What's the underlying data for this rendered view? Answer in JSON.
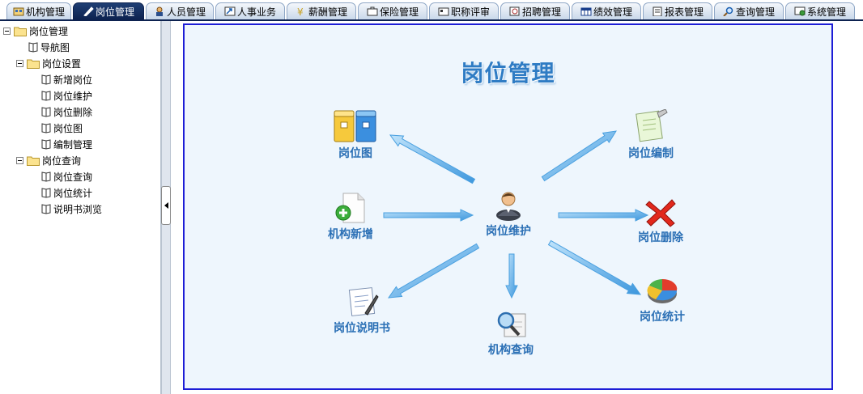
{
  "tabs": [
    {
      "label": "机构管理",
      "icon": "building-icon",
      "active": false
    },
    {
      "label": "岗位管理",
      "icon": "pen-icon",
      "active": true
    },
    {
      "label": "人员管理",
      "icon": "person-icon",
      "active": false
    },
    {
      "label": "人事业务",
      "icon": "arrow-box-icon",
      "active": false
    },
    {
      "label": "薪酬管理",
      "icon": "yen-icon",
      "active": false
    },
    {
      "label": "保险管理",
      "icon": "briefcase-icon",
      "active": false
    },
    {
      "label": "职称评审",
      "icon": "folder-tab-icon",
      "active": false
    },
    {
      "label": "招聘管理",
      "icon": "magnifier-icon",
      "active": false
    },
    {
      "label": "绩效管理",
      "icon": "table-icon",
      "active": false
    },
    {
      "label": "报表管理",
      "icon": "clipboard-icon",
      "active": false
    },
    {
      "label": "查询管理",
      "icon": "search-icon",
      "active": false
    },
    {
      "label": "系统管理",
      "icon": "system-gear-icon",
      "active": false
    }
  ],
  "tree": {
    "root": {
      "label": "岗位管理"
    },
    "nav": {
      "label": "导航图"
    },
    "group_settings": {
      "label": "岗位设置",
      "items": [
        "新增岗位",
        "岗位维护",
        "岗位删除",
        "岗位图",
        "编制管理"
      ]
    },
    "group_query": {
      "label": "岗位查询",
      "items": [
        "岗位查询",
        "岗位统计",
        "说明书浏览"
      ]
    }
  },
  "diagram": {
    "title": "岗位管理",
    "center": {
      "label": "岗位维护",
      "icon": "user-icon"
    },
    "nodes": {
      "chart": {
        "label": "岗位图",
        "icon": "cabinet-icon"
      },
      "staffing": {
        "label": "岗位编制",
        "icon": "notepad-icon"
      },
      "new_org": {
        "label": "机构新增",
        "icon": "add-document-icon"
      },
      "delete": {
        "label": "岗位删除",
        "icon": "red-x-icon"
      },
      "manual": {
        "label": "岗位说明书",
        "icon": "document-pen-icon"
      },
      "org_query": {
        "label": "机构查询",
        "icon": "magnifier-document-icon"
      },
      "stats": {
        "label": "岗位统计",
        "icon": "pie-chart-icon"
      }
    }
  },
  "colors": {
    "accent": "#2a6fb5",
    "active_tab": "#0d2250",
    "frame": "#1d1dd6",
    "arrow": "#5aaee8"
  }
}
